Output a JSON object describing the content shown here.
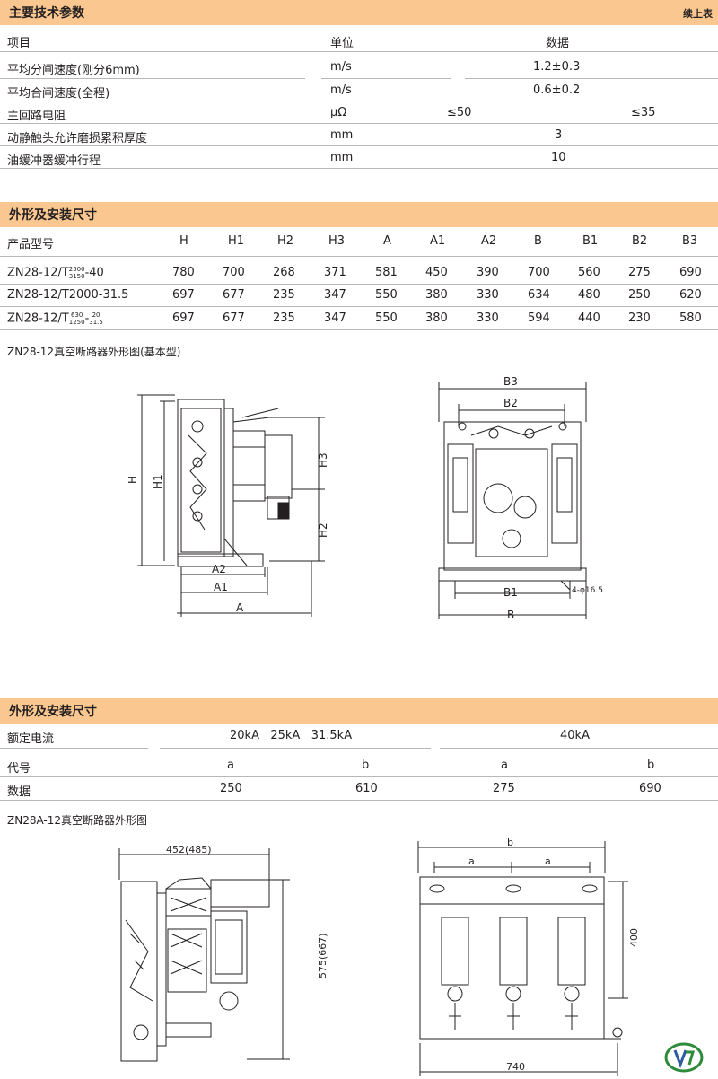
{
  "params": {
    "title": "主要技术参数",
    "continued": "续上表",
    "headers": {
      "item": "项目",
      "unit": "单位",
      "data": "数据"
    },
    "rows": [
      {
        "item": "平均分闸速度(刚分6mm)",
        "unit": "m/s",
        "values": [
          "1.2±0.3"
        ]
      },
      {
        "item": "平均合闸速度(全程)",
        "unit": "m/s",
        "values": [
          "0.6±0.2"
        ]
      },
      {
        "item": "主回路电阻",
        "unit": "μΩ",
        "values": [
          "≤50",
          "≤35"
        ]
      },
      {
        "item": "动静触头允许磨损累积厚度",
        "unit": "mm",
        "values": [
          "3"
        ]
      },
      {
        "item": "油缓冲器缓冲行程",
        "unit": "mm",
        "values": [
          "10"
        ]
      }
    ]
  },
  "dims1": {
    "title": "外形及安装尺寸",
    "headers": [
      "产品型号",
      "H",
      "H1",
      "H2",
      "H3",
      "A",
      "A1",
      "A2",
      "B",
      "B1",
      "B2",
      "B3"
    ],
    "rows": [
      {
        "model_base": "ZN28-12/T",
        "model_sup": "2500",
        "model_sub": "3150",
        "model_tail": "-40",
        "values": [
          "780",
          "700",
          "268",
          "371",
          "581",
          "450",
          "390",
          "700",
          "560",
          "275",
          "690"
        ]
      },
      {
        "model_base": "ZN28-12/T2000-31.5",
        "model_sup": "",
        "model_sub": "",
        "model_tail": "",
        "values": [
          "697",
          "677",
          "235",
          "347",
          "550",
          "380",
          "330",
          "634",
          "480",
          "250",
          "620"
        ]
      },
      {
        "model_base": "ZN28-12/T",
        "model_sup": "630",
        "model_sub": "1250",
        "model_tail": "-",
        "model_sup2": "20",
        "model_sub2": "31.5",
        "values": [
          "697",
          "677",
          "235",
          "347",
          "550",
          "380",
          "330",
          "594",
          "440",
          "230",
          "580"
        ]
      }
    ]
  },
  "figure1": {
    "caption": "ZN28-12真空断路器外形图(基本型)",
    "labels": {
      "H": "H",
      "H1": "H1",
      "H2": "H2",
      "H3": "H3",
      "A": "A",
      "A1": "A1",
      "A2": "A2",
      "B": "B",
      "B1": "B1",
      "B2": "B2",
      "B3": "B3",
      "hole": "4-φ16.5"
    }
  },
  "dims2": {
    "title": "外形及安装尺寸",
    "rows": [
      {
        "label": "额定电流",
        "cells": [
          "20kA   25kA   31.5kA",
          "40kA"
        ]
      },
      {
        "label": "代号",
        "cells": [
          "a",
          "b",
          "a",
          "b"
        ]
      },
      {
        "label": "数据",
        "cells": [
          "250",
          "610",
          "275",
          "690"
        ]
      }
    ]
  },
  "figure2": {
    "caption": "ZN28A-12真空断路器外形图",
    "labels": {
      "width": "452(485)",
      "height": "575(667)",
      "b": "b",
      "a1": "a",
      "a2": "a",
      "h400": "400",
      "w740": "740"
    }
  },
  "colors": {
    "bar": "#f9c78f",
    "rule": "#b8b8b8",
    "logo_green": "#2e8b3a",
    "logo_blue": "#2c5aa0"
  }
}
